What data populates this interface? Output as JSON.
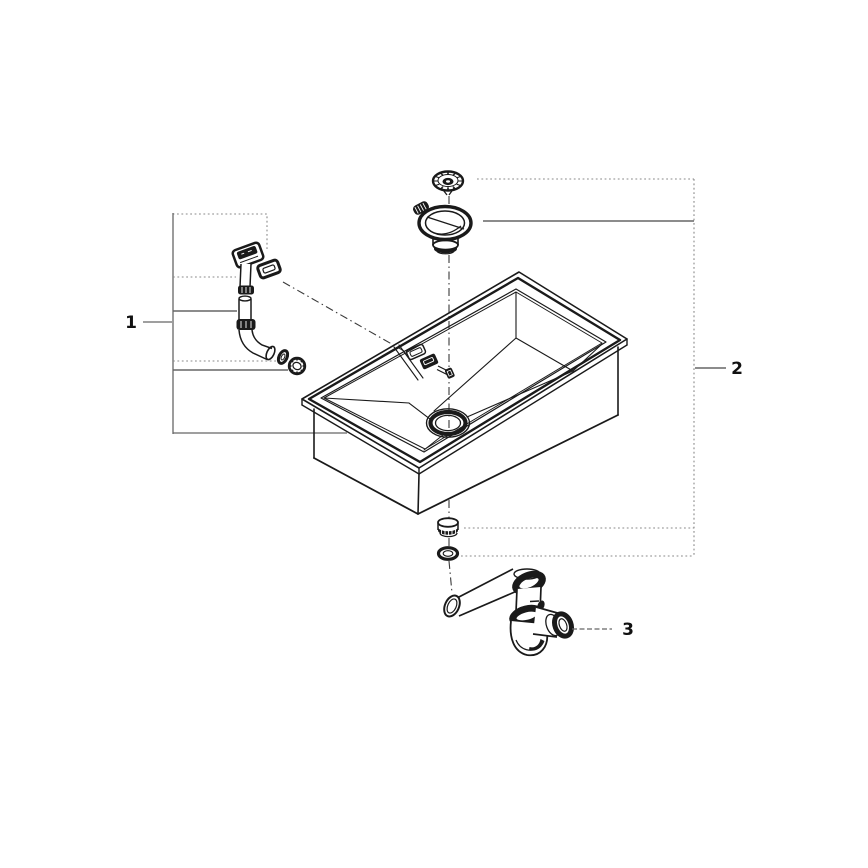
{
  "page": {
    "background_color": "#ffffff"
  },
  "diagram": {
    "type": "exploded-parts-diagram",
    "ink_color": "#1a1a1a",
    "callout_line_color": "#666666",
    "callouts": [
      {
        "text": "1"
      },
      {
        "text": "2"
      },
      {
        "text": "3"
      }
    ]
  }
}
